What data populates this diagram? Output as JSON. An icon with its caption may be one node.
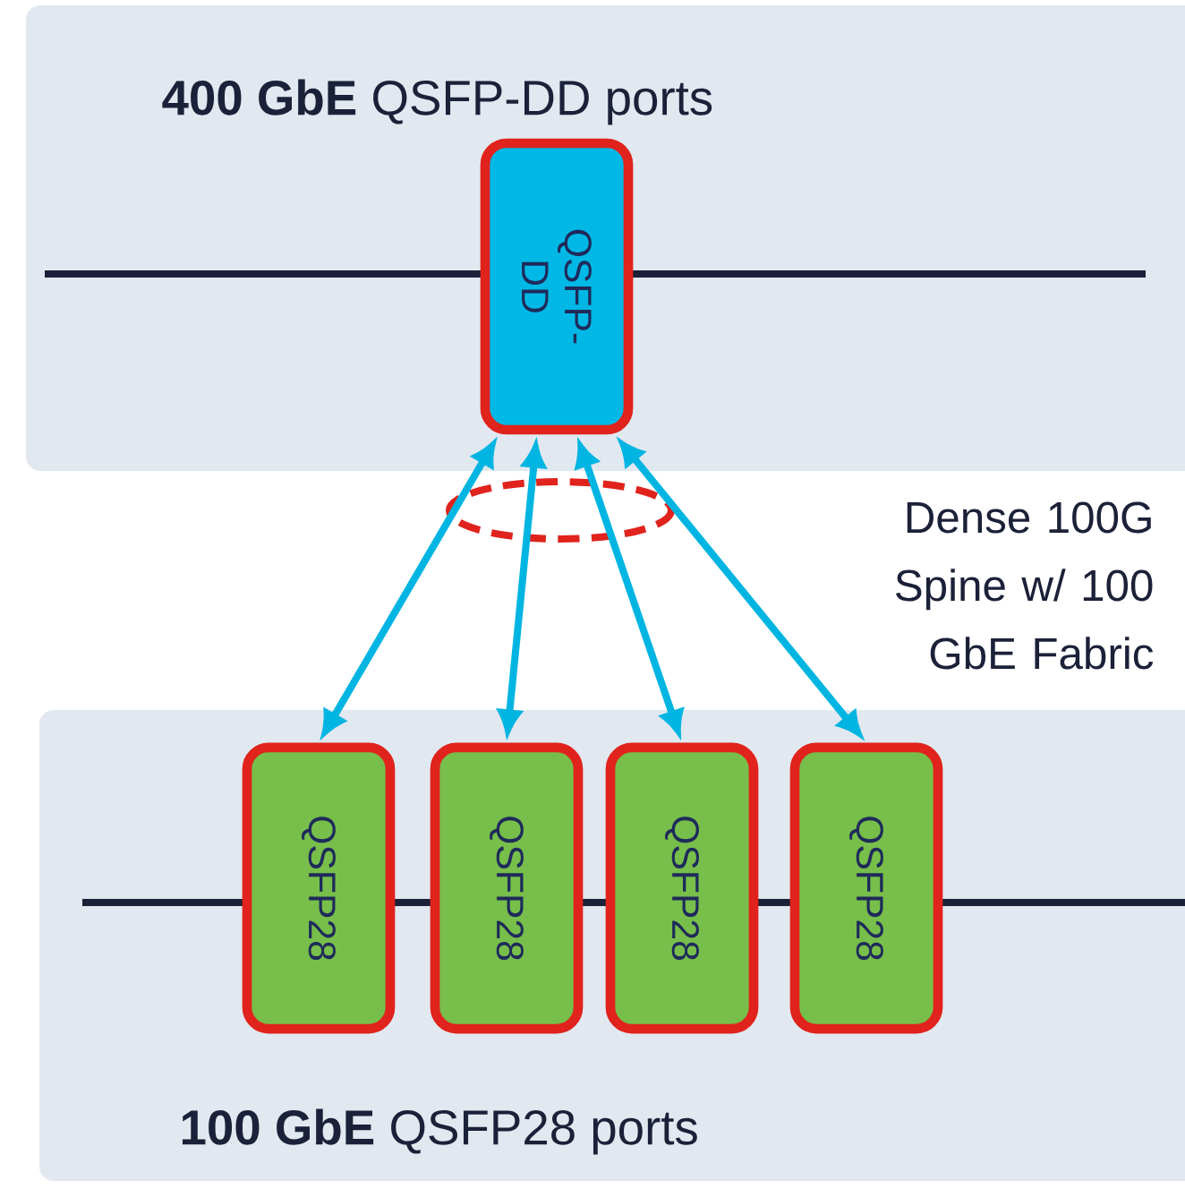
{
  "diagram": {
    "nodes": [
      {
        "text": [
          "**400 GbE** QSFP-DD ports"
        ]
      },
      {
        "text": [
          "QSFP-DD"
        ],
        "in": 0
      },
      {
        "text": [
          "**100 GbE** QSFP28 ports"
        ]
      },
      {
        "text": [
          "QSFP28"
        ],
        "in": 2
      },
      {
        "text": [
          "QSFP28"
        ],
        "in": 2
      },
      {
        "text": [
          "QSFP28"
        ],
        "in": 2
      },
      {
        "text": [
          "QSFP28"
        ],
        "in": 2
      }
    ],
    "edges": [
      {
        "from": 1,
        "to": 3,
        "arrow": "both"
      },
      {
        "from": 1,
        "to": 4,
        "arrow": "both"
      },
      {
        "from": 1,
        "to": 5,
        "arrow": "both"
      },
      {
        "from": 1,
        "to": 6,
        "arrow": "both"
      }
    ],
    "labels": [
      "Dense 100G Spine w/ 100 GbE Fabric"
    ]
  }
}
